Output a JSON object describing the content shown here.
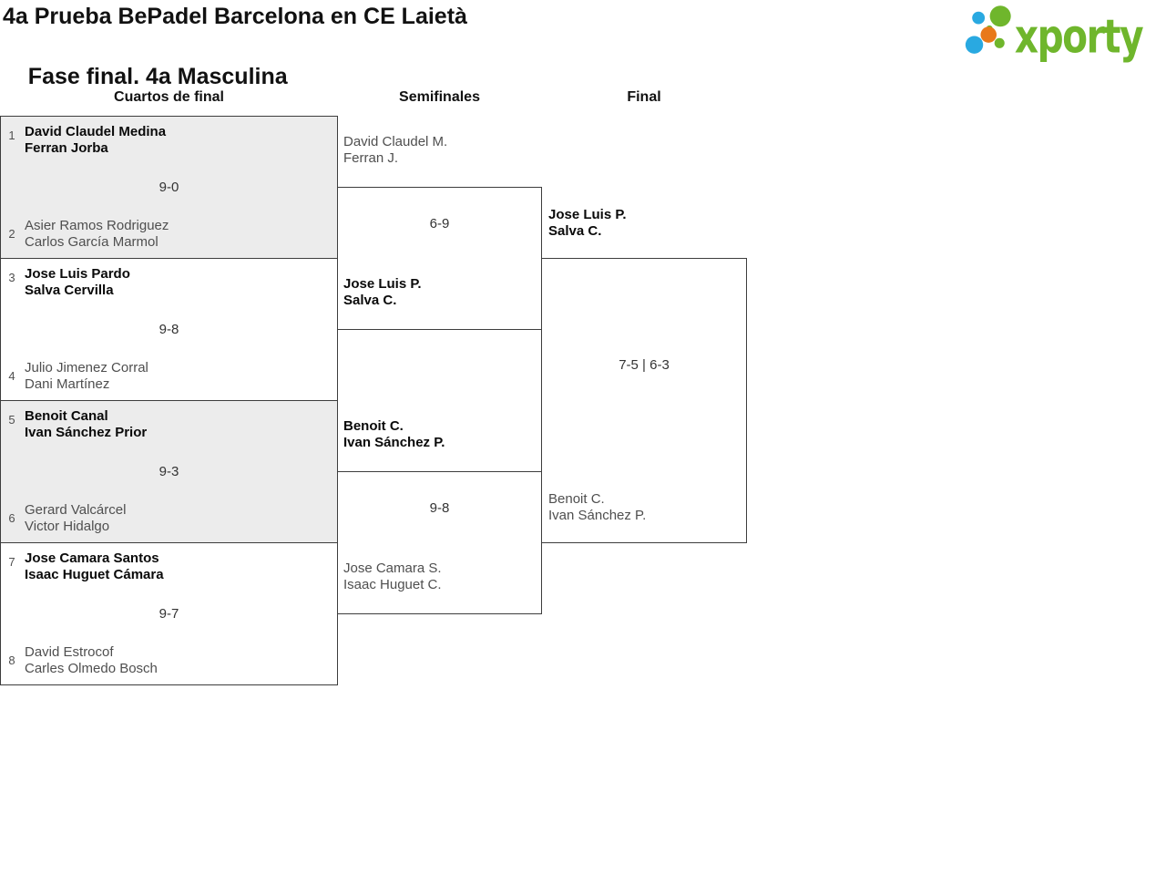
{
  "header": {
    "title_line1": "4a Prueba BePadel Barcelona en CE Laietà",
    "title_line2": "Fase final. 4a Masculina",
    "logo_text": "xporty"
  },
  "round_headers": {
    "quarterfinals": "Cuartos de final",
    "semifinals": "Semifinales",
    "final": "Final"
  },
  "colors": {
    "logo_green": "#6fb62c",
    "logo_blue": "#29a9e1",
    "logo_orange": "#e8791a",
    "box_alt_fill": "#ececec",
    "border": "#3d3d3d",
    "winner_text": "#0a0a0a",
    "loser_text": "#4f4f4f",
    "score_text": "#333333",
    "title_text": "#111111"
  },
  "bracket": {
    "quarterfinals": [
      {
        "seed_top": "1",
        "team_top_line1": "David Claudel Medina",
        "team_top_line2": "Ferran Jorba",
        "score": "9-0",
        "seed_bottom": "2",
        "team_bottom_line1": "Asier Ramos Rodriguez",
        "team_bottom_line2": "Carlos García Marmol",
        "winner": "top"
      },
      {
        "seed_top": "3",
        "team_top_line1": "Jose Luis Pardo",
        "team_top_line2": "Salva Cervilla",
        "score": "9-8",
        "seed_bottom": "4",
        "team_bottom_line1": "Julio Jimenez Corral",
        "team_bottom_line2": "Dani Martínez",
        "winner": "top"
      },
      {
        "seed_top": "5",
        "team_top_line1": "Benoit Canal",
        "team_top_line2": "Ivan Sánchez Prior",
        "score": "9-3",
        "seed_bottom": "6",
        "team_bottom_line1": "Gerard Valcárcel",
        "team_bottom_line2": "Victor Hidalgo",
        "winner": "top"
      },
      {
        "seed_top": "7",
        "team_top_line1": "Jose Camara Santos",
        "team_top_line2": "Isaac Huguet Cámara",
        "score": "9-7",
        "seed_bottom": "8",
        "team_bottom_line1": "David Estrocof",
        "team_bottom_line2": "Carles Olmedo Bosch",
        "winner": "top"
      }
    ],
    "semifinals": [
      {
        "team_top_line1": "David Claudel M.",
        "team_top_line2": "Ferran J.",
        "score": "6-9",
        "team_bottom_line1": "Jose Luis P.",
        "team_bottom_line2": "Salva C.",
        "winner": "bottom"
      },
      {
        "team_top_line1": "Benoit C.",
        "team_top_line2": "Ivan Sánchez P.",
        "score": "9-8",
        "team_bottom_line1": "Jose Camara S.",
        "team_bottom_line2": "Isaac Huguet C.",
        "winner": "top"
      }
    ],
    "final": {
      "team_top_line1": "Jose Luis P.",
      "team_top_line2": "Salva C.",
      "score": "7-5 | 6-3",
      "team_bottom_line1": "Benoit C.",
      "team_bottom_line2": "Ivan Sánchez P.",
      "winner": "top"
    }
  }
}
